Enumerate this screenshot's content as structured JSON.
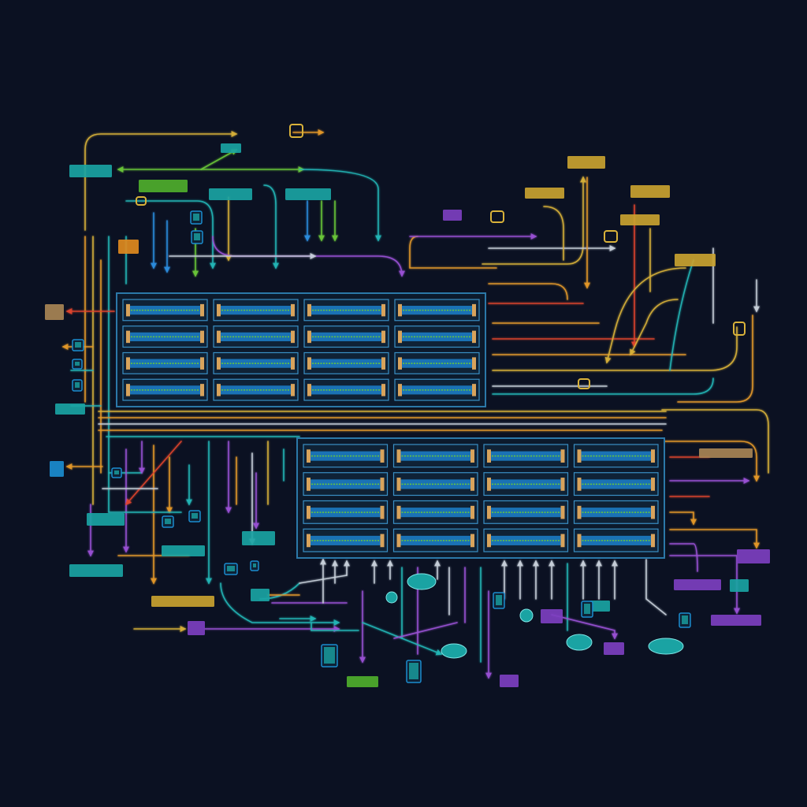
{
  "diagram": {
    "palette": {
      "background": "#0b1122",
      "grid_frame": "#2b78a8",
      "cell_fill": "#0f2236",
      "cell_stroke": "#3a8fc4",
      "row_blue": "#1f8ee0",
      "row_green": "#69c93a",
      "row_tan": "#d8a35c",
      "wire_orange": "#e69a2a",
      "wire_yellow": "#d9b23a",
      "wire_red": "#e0452e",
      "wire_purple": "#9b52d6",
      "wire_teal": "#23b7b7",
      "wire_green": "#6bc83a",
      "wire_blue": "#2d8ee0",
      "wire_white": "#c9d2dc",
      "tag_teal": "#1aa3a3",
      "tag_green": "#4fae2d",
      "tag_yellow": "#c9a230",
      "tag_purple": "#7d3fc0",
      "tag_orange": "#e08a1e",
      "tag_tan": "#a88455",
      "tag_blue": "#1b8ccf"
    },
    "upper_grid": {
      "columns": 4,
      "rows": 4
    },
    "lower_grid": {
      "columns": 4,
      "rows": 4
    },
    "tag_colors": [
      "tag_teal",
      "tag_green",
      "tag_teal",
      "tag_teal",
      "tag_yellow",
      "tag_yellow",
      "tag_yellow",
      "tag_yellow",
      "tag_yellow",
      "tag_purple",
      "tag_orange",
      "tag_tan",
      "tag_teal",
      "tag_teal",
      "tag_yellow",
      "tag_teal",
      "tag_teal",
      "tag_teal",
      "tag_green",
      "tag_purple",
      "tag_purple",
      "tag_purple",
      "tag_purple",
      "tag_purple",
      "tag_teal",
      "tag_blue",
      "tag_teal",
      "tag_teal",
      "tag_purple",
      "tag_tan",
      "tag_purple",
      "tag_teal"
    ],
    "icon_names": [
      "tablet-icon",
      "tablet-icon",
      "tablet-icon",
      "tablet-icon",
      "tablet-icon",
      "tablet-icon",
      "tablet-icon",
      "tablet-icon",
      "phone-icon",
      "phone-icon",
      "tablet-icon",
      "tablet-icon",
      "tablet-icon",
      "tablet-icon",
      "tablet-icon"
    ],
    "ellipse_names": [
      "cloud-node-icon",
      "cloud-node-icon",
      "cloud-node-icon",
      "cloud-node-icon",
      "cloud-node-icon",
      "cloud-node-icon"
    ]
  }
}
